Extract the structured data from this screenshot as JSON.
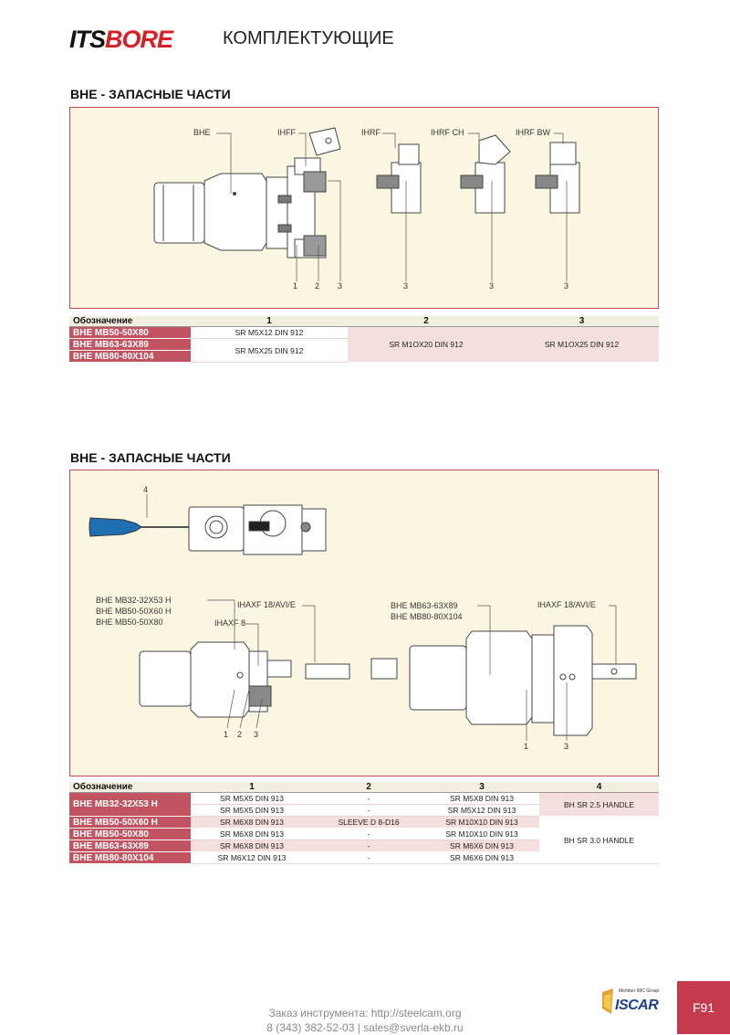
{
  "header": {
    "logo_its": "ITS",
    "logo_bore": "BORE",
    "title": "КОМПЛЕКТУЮЩИЕ"
  },
  "section1": {
    "title": "BHE - ЗАПАСНЫЕ ЧАСТИ",
    "callouts": {
      "bhe": "BHE",
      "ihff": "IHFF",
      "ihrf": "IHRF",
      "ihrf_ch": "IHRF CH",
      "ihrf_bw": "IHRF BW",
      "n1": "1",
      "n2": "2",
      "n3a": "3",
      "n3b": "3",
      "n3c": "3",
      "n3d": "3"
    },
    "table": {
      "header": [
        "Обозначение",
        "1",
        "2",
        "3"
      ],
      "rows": [
        "BHE MB50-50X80",
        "BHE MB63-63X89",
        "BHE MB80-80X104"
      ],
      "col1_a": "SR M5X12 DIN 912",
      "col1_b": "SR M5X25 DIN 912",
      "col2": "SR M1OX20 DIN 912",
      "col3": "SR M1OX25 DIN 912"
    }
  },
  "section2": {
    "title": "BHE - ЗАПАСНЫЕ ЧАСТИ",
    "callouts": {
      "n4": "4",
      "left_models": [
        "BHE MB32-32X53 H",
        "BHE MB50-50X60 H",
        "BHE MB50-50X80"
      ],
      "ihaxf_left": "IHAXF 18/AVI/E",
      "ihaxf8": "IHAXF 8",
      "right_models": [
        "BHE MB63-63X89",
        "BHE MB80-80X104"
      ],
      "ihaxf_right": "IHAXF 18/AVI/E",
      "l1": "1",
      "l2": "2",
      "l3": "3",
      "r1": "1",
      "r3": "3"
    },
    "table": {
      "header": [
        "Обозначение",
        "1",
        "2",
        "3",
        "4"
      ],
      "r1_label": "BHE MB32-32X53 H",
      "r1a": [
        "SR M5X5 DIN 913",
        "-",
        "SR M5X8 DIN 913"
      ],
      "r1b": [
        "SR M5X5 DIN 913",
        "-",
        "SR M5X12 DIN 913"
      ],
      "r1_c4": "BH SR 2.5 HANDLE",
      "r2": [
        "BHE MB50-50X60 H",
        "SR M6X8 DIN 913",
        "SLEEVE D 8-D16",
        "SR M10X10 DIN 913"
      ],
      "r3": [
        "BHE MB50-50X80",
        "SR M6X8 DIN 913",
        "-",
        "SR M10X10 DIN 913"
      ],
      "r4": [
        "BHE MB63-63X89",
        "SR M6X8 DIN 913",
        "-",
        "SR M6X6 DIN 913"
      ],
      "r5": [
        "BHE MB80-80X104",
        "SR M6X12 DIN 913",
        "-",
        "SR M6X6 DIN 913"
      ],
      "r2_c4": "BH SR 3.0 HANDLE"
    }
  },
  "footer": {
    "line1": "Заказ инструмента: http://steelcam.org",
    "line2": "8 (343) 382-52-03  |  sales@sverla-ekb.ru",
    "iscar_member": "Member IMC Group",
    "iscar_logo": "ISCAR",
    "page": "F91"
  },
  "colors": {
    "brand_red": "#d42027",
    "table_header": "#8b2232",
    "row_label": "#c25462",
    "panel_bg": "#fbf6e2",
    "handle_blue": "#1f6fb3"
  }
}
